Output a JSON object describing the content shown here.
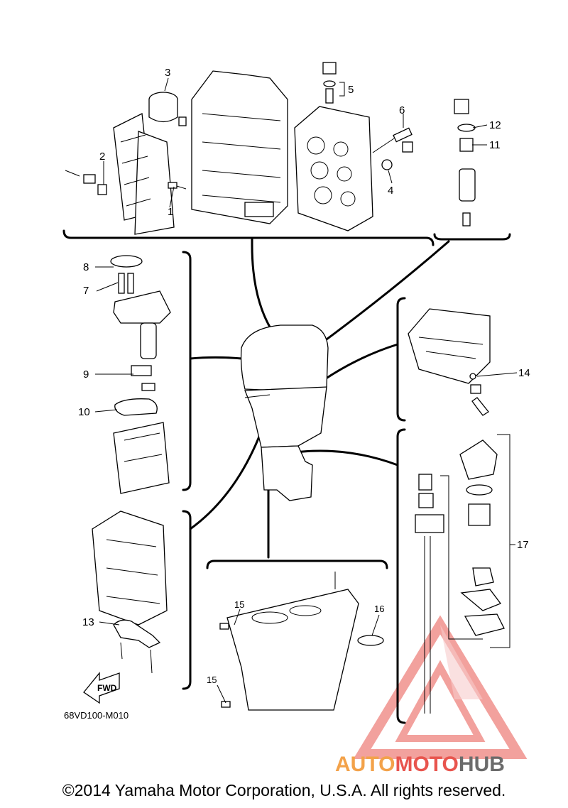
{
  "callouts": [
    "1",
    "2",
    "3",
    "4",
    "5",
    "6",
    "7",
    "8",
    "9",
    "10",
    "11",
    "12",
    "13",
    "14",
    "15",
    "15",
    "16",
    "17"
  ],
  "diagram_code": "68VD100-M010",
  "fwd_label": "FWD",
  "watermark": {
    "part1": "AUTO",
    "part2": "MOTO",
    "part3": "HUB",
    "color_red": "#e8554e",
    "color_orange": "#f3a24a",
    "color_gray": "#6b6b6b"
  },
  "copyright": "©2014 Yamaha Motor Corporation, U.S.A. All rights reserved."
}
